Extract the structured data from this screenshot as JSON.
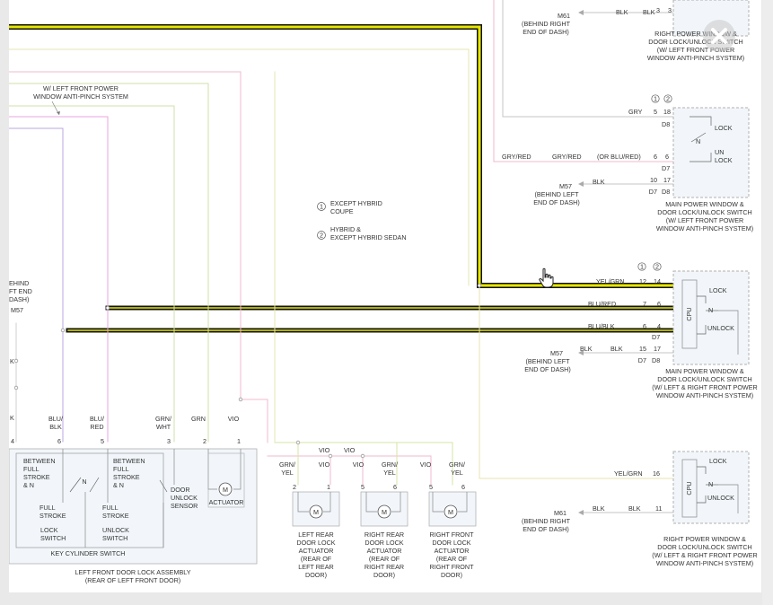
{
  "legend": {
    "note1": {
      "num": "1",
      "text": "EXCEPT HYBRID COUPE",
      "line1": "EXCEPT HYBRID",
      "line2": "COUPE"
    },
    "note2": {
      "num": "2",
      "text": "HYBRID & EXCEPT HYBRID SEDAN",
      "line1": "HYBRID &",
      "line2": "EXCEPT HYBRID SEDAN"
    }
  },
  "left_partial": {
    "behind": "EHIND",
    "ft_end": "FT END",
    "dash": "DASH)",
    "m57": "M57",
    "k1": "K",
    "k2": "K"
  },
  "anti_pinch_note": {
    "line1": "W/ LEFT FRONT POWER",
    "line2": "WINDOW ANTI-PINCH SYSTEM"
  },
  "switches": {
    "rp_wo": {
      "title_lines": [
        "RIGHT POWER WINDOW &",
        "DOOR LOCK/UNLOCK SWITCH",
        "(W/ LEFT FRONT POWER",
        "WINDOW ANTI-PINCH SYSTEM)"
      ],
      "ground": {
        "conn": "M61",
        "loc": [
          "(BEHIND RIGHT",
          "END OF DASH)"
        ]
      },
      "wires": {
        "blk1": "BLK",
        "blk2": "BLK"
      },
      "pins": [
        "3",
        "3"
      ]
    },
    "main_wo": {
      "title_lines": [
        "MAIN POWER WINDOW &",
        "DOOR LOCK/UNLOCK SWITCH",
        "(W/ LEFT FRONT POWER",
        "WINDOW ANTI-PINCH SYSTEM)"
      ],
      "col_heads": [
        "1",
        "2"
      ],
      "gry": {
        "wire": "GRY",
        "pins": [
          "5",
          "18"
        ],
        "conn": "D8"
      },
      "gryred": {
        "wire1": "GRY/RED",
        "wire2": "GRY/RED",
        "alt": "(OR BLU/RED)",
        "pins": [
          "6",
          "6"
        ],
        "conn": "D7"
      },
      "blk": {
        "wire": "BLK",
        "pins": [
          "10",
          "17"
        ],
        "conns": [
          "D7",
          "D8"
        ]
      },
      "ground": {
        "conn": "M57",
        "loc": [
          "(BEHIND LEFT",
          "END OF DASH)"
        ]
      },
      "labels": {
        "lock": "LOCK",
        "n": "N",
        "un": "UN",
        "lock2": "LOCK"
      }
    },
    "main_w": {
      "title_lines": [
        "MAIN POWER WINDOW &",
        "DOOR LOCK/UNLOCK SWITCH",
        "(W/ LEFT & RIGHT FRONT POWER",
        "WINDOW ANTI-PINCH SYSTEM)"
      ],
      "col_heads": [
        "1",
        "2"
      ],
      "rows": [
        {
          "wire": "YEL/GRN",
          "pins": [
            "12",
            "14"
          ]
        },
        {
          "wire": "BLU/RED",
          "pins": [
            "7",
            "6"
          ]
        },
        {
          "wire": "BLU/BLK",
          "pins": [
            "6",
            "4"
          ],
          "conn": "D7"
        }
      ],
      "blk": {
        "wire1": "BLK",
        "wire2": "BLK",
        "pins": [
          "15",
          "17"
        ],
        "conns": [
          "D7",
          "D8"
        ]
      },
      "ground": {
        "conn": "M57",
        "loc": [
          "(BEHIND LEFT",
          "END OF DASH)"
        ]
      },
      "cpu": "CPU",
      "labels": {
        "lock": "LOCK",
        "n": "N",
        "unlock": "UNLOCK"
      }
    },
    "rp_w": {
      "title_lines": [
        "RIGHT POWER WINDOW &",
        "DOOR LOCK/UNLOCK SWITCH",
        "(W/ LEFT & RIGHT FRONT POWER",
        "WINDOW ANTI-PINCH SYSTEM)"
      ],
      "yelgrn": {
        "wire": "YEL/GRN",
        "pin": "16"
      },
      "blk": {
        "wire1": "BLK",
        "wire2": "BLK",
        "pin": "11"
      },
      "ground": {
        "conn": "M61",
        "loc": [
          "(BEHIND RIGHT",
          "END OF DASH)"
        ]
      },
      "cpu": "CPU",
      "labels": {
        "lock": "LOCK",
        "n": "N",
        "unlock": "UNLOCK"
      }
    }
  },
  "lf_assembly": {
    "title_lines": [
      "LEFT FRONT DOOR LOCK ASSEMBLY",
      "(REAR OF LEFT FRONT DOOR)"
    ],
    "key_cyl": "KEY CYLINDER SWITCH",
    "pin_wires": [
      {
        "pin": "4",
        "wire": "K"
      },
      {
        "pin": "6",
        "wire": "BLU/\nBLK",
        "w1": "BLU/",
        "w2": "BLK"
      },
      {
        "pin": "5",
        "wire": "BLU/\nRED",
        "w1": "BLU/",
        "w2": "RED"
      },
      {
        "pin": "3",
        "wire": "GRN/\nWHT",
        "w1": "GRN/",
        "w2": "WHT"
      },
      {
        "pin": "2",
        "wire": "GRN"
      },
      {
        "pin": "1",
        "wire": "VIO"
      }
    ],
    "between1": [
      "BETWEEN",
      "FULL",
      "STROKE",
      "& N"
    ],
    "between2": [
      "BETWEEN",
      "FULL",
      "STROKE",
      "& N"
    ],
    "n": "N",
    "full_stroke1": [
      "FULL",
      "STROKE"
    ],
    "full_stroke2": [
      "FULL",
      "STROKE"
    ],
    "lock_switch": [
      "LOCK",
      "SWITCH"
    ],
    "unlock_switch": [
      "UNLOCK",
      "SWITCH"
    ],
    "door_sensor": [
      "DOOR",
      "UNLOCK",
      "SENSOR"
    ],
    "actuator": "ACTUATOR",
    "motor": "M"
  },
  "junction_labels": {
    "vio1": "VIO",
    "vio2": "VIO"
  },
  "actuators": [
    {
      "title_lines": [
        "LEFT REAR",
        "DOOR LOCK",
        "ACTUATOR",
        "(REAR OF",
        "LEFT REAR",
        "DOOR)"
      ],
      "w1": [
        "GRN/",
        "YEL"
      ],
      "w2": [
        "VIO"
      ],
      "pins": [
        "2",
        "1"
      ],
      "motor": "M"
    },
    {
      "title_lines": [
        "RIGHT REAR",
        "DOOR LOCK",
        "ACTUATOR",
        "(REAR OF",
        "RIGHT REAR",
        "DOOR)"
      ],
      "w1": [
        "VIO"
      ],
      "w2": [
        "GRN/",
        "YEL"
      ],
      "pins": [
        "5",
        "6"
      ],
      "motor": "M"
    },
    {
      "title_lines": [
        "RIGHT FRONT",
        "DOOR LOCK",
        "ACTUATOR",
        "(REAR OF",
        "RIGHT FRONT",
        "DOOR)"
      ],
      "w1": [
        "VIO"
      ],
      "w2": [
        "GRN/",
        "YEL"
      ],
      "pins": [
        "5",
        "6"
      ],
      "motor": "M"
    }
  ],
  "colors": {
    "highlight_yel": "#e6e600",
    "highlight_blue": "#1a1a7a",
    "wire_pink": "#f2b8cf",
    "wire_green": "#cfe2a8",
    "wire_violet": "#b9a7e0",
    "wire_gray": "#c6c6c6",
    "ground": "#aaaaaa"
  },
  "icons": {
    "close": "close-icon",
    "cursor": "hand-pointer-icon"
  }
}
